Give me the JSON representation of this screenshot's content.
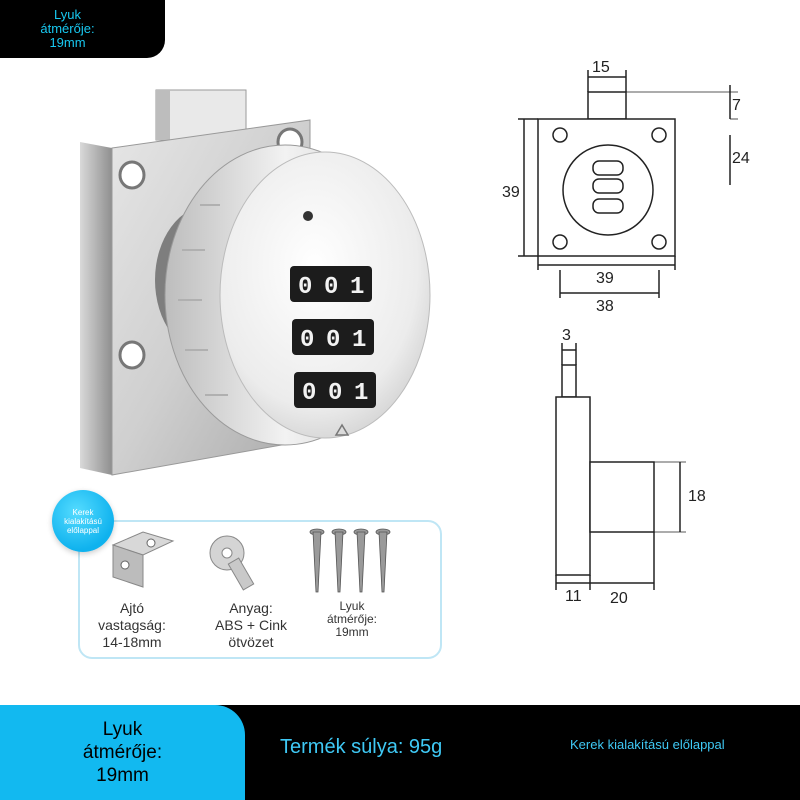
{
  "corner_badge": {
    "line1": "Lyuk",
    "line2": "átmérője:",
    "line3": "19mm"
  },
  "drawing": {
    "top_view": {
      "knob_width": "15",
      "knob_height": "7",
      "dial_height": "24",
      "body_height": "39",
      "body_width": "39",
      "plate_width": "38"
    },
    "side_view": {
      "bolt_thickness": "3",
      "knob_depth": "18",
      "plate_depth": "11",
      "knob_length": "20"
    }
  },
  "accessories": {
    "tag": {
      "line1": "Kerek",
      "line2": "kialakítású",
      "line3": "előlappal"
    },
    "items": [
      {
        "name": "bracket-icon",
        "lines": [
          "Ajtó",
          "vastagság:",
          "14-18mm"
        ]
      },
      {
        "name": "key-icon",
        "lines": [
          "Anyag:",
          "ABS + Cink",
          "ötvözet"
        ]
      },
      {
        "name": "screws-icon",
        "lines": [
          "Lyuk",
          "átmérője:",
          "19mm"
        ]
      }
    ]
  },
  "banner": {
    "left": {
      "line1": "Lyuk",
      "line2": "átmérője:",
      "line3": "19mm"
    },
    "weight": "Termék súlya: 95g",
    "feature": "Kerek kialakítású előlappal"
  },
  "colors": {
    "accent": "#12b9f0",
    "banner_bg": "#000000"
  }
}
